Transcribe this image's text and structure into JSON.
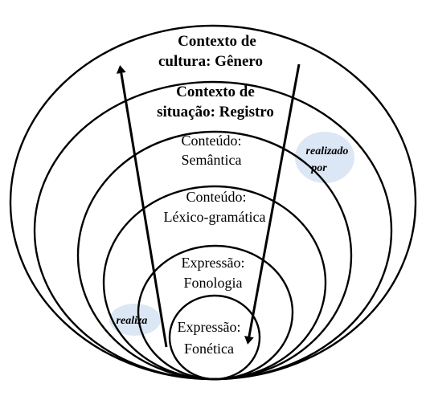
{
  "layers": {
    "cultura": {
      "line1": "Contexto de",
      "line2": "cultura: Gênero"
    },
    "situacao": {
      "line1": "Contexto de",
      "line2": "situação: Registro"
    },
    "semantica": {
      "line1": "Conteúdo:",
      "line2": "Semântica"
    },
    "lexico": {
      "line1": "Conteúdo:",
      "line2": "Léxico-gramática"
    },
    "fonologia": {
      "line1": "Expressão:",
      "line2": "Fonologia"
    },
    "fonetica": {
      "line1": "Expressão:",
      "line2": "Fonética"
    }
  },
  "annotations": {
    "realizado_por": {
      "line1": "realizado",
      "line2": "por"
    },
    "realiza": "realiza"
  },
  "colors": {
    "stroke": "#000000",
    "bubble": "#dce7f5",
    "background": "#ffffff"
  }
}
